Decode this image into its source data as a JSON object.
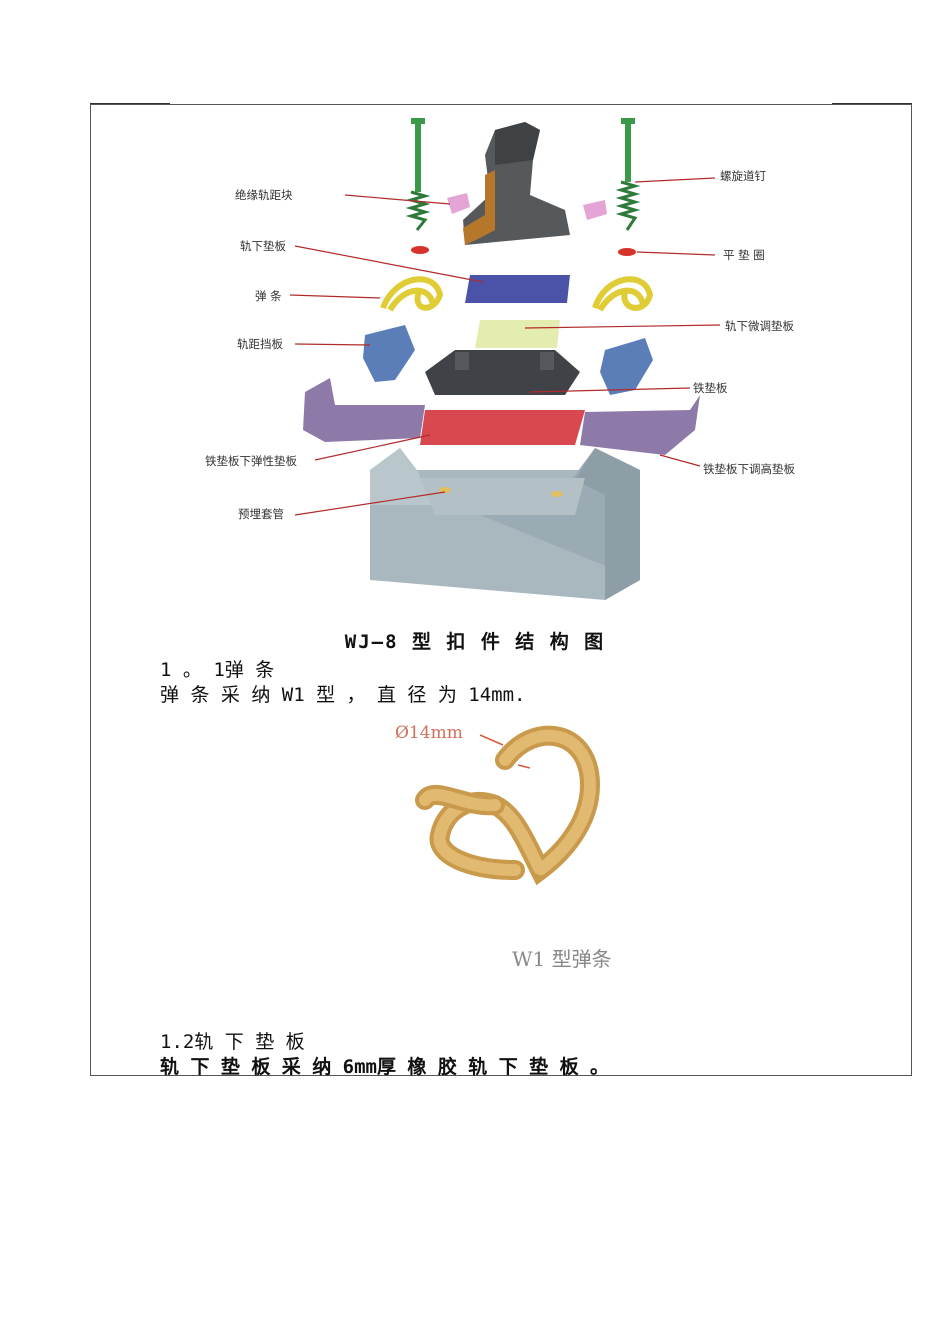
{
  "diagram": {
    "labels": {
      "insulated_block": "绝缘轨距块",
      "rail_pad": "轨下垫板",
      "clip": "弹 条",
      "gauge_block": "轨距挡板",
      "iron_pad_elastic": "铁垫板下弹性垫板",
      "embedded_sleeve": "预埋套管",
      "screw_spike": "螺旋道钉",
      "flat_washer": "平 垫 圈",
      "fine_adjust_pad": "轨下微调垫板",
      "iron_base_plate": "铁垫板",
      "iron_pad_height": "铁垫板下调高垫板"
    }
  },
  "caption": "WJ—8 型 扣 件 结 构 图",
  "section1": {
    "heading": "1 。 1弹 条",
    "body": "弹 条 采 纳 W1 型 ， 直 径 为 14mm.",
    "spring_dim_label": "Ø14mm",
    "spring_name_label": "W1 型弹条"
  },
  "section2": {
    "heading": "1.2轨 下 垫 板",
    "body": "轨 下 垫 板 采 纳 6mm厚 橡 胶 轨 下 垫 板 。"
  }
}
